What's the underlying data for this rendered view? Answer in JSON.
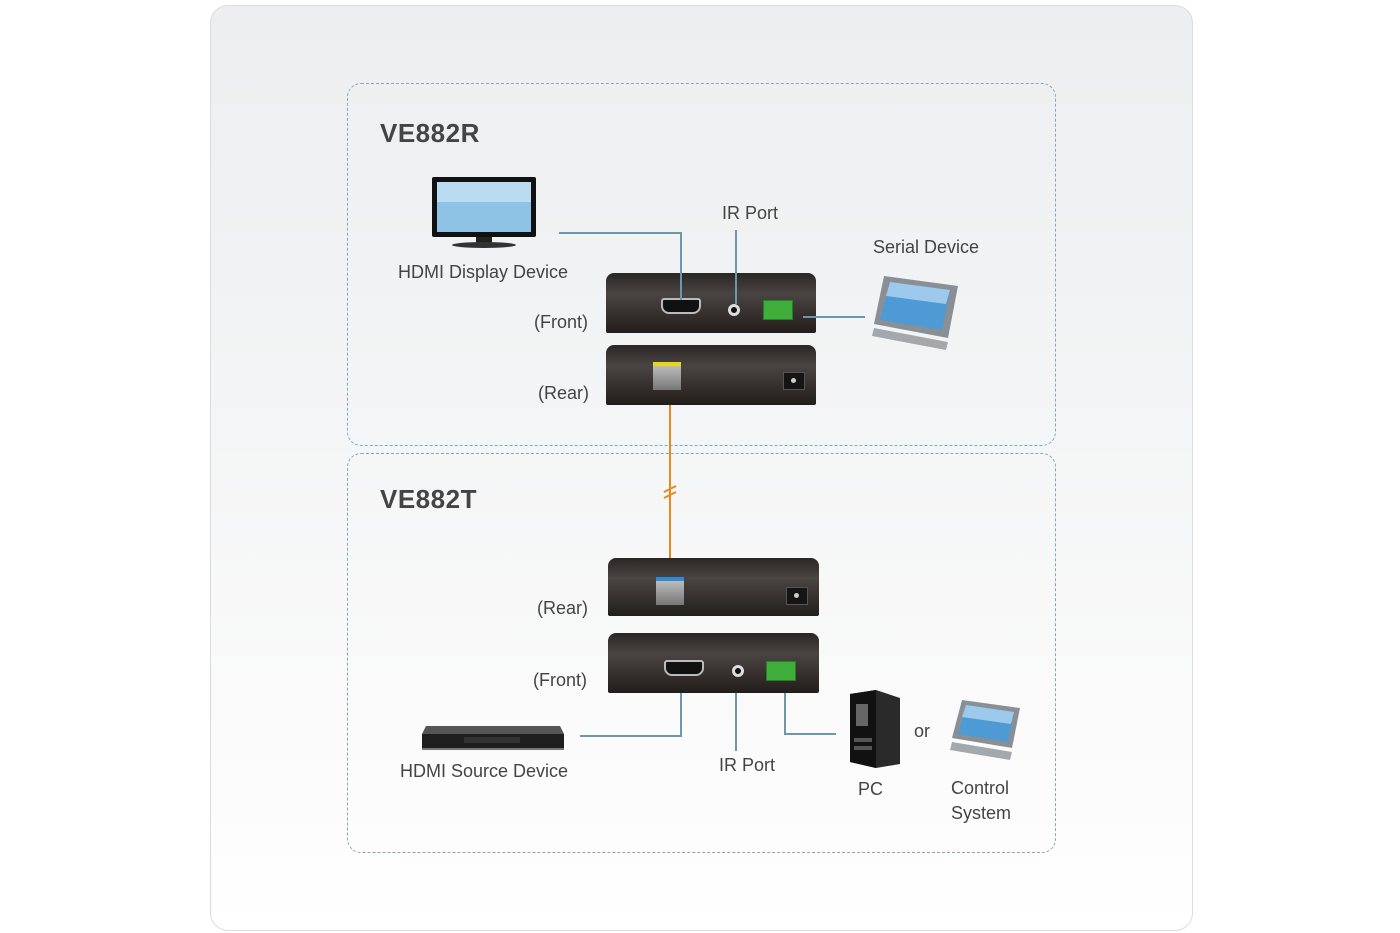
{
  "diagram": {
    "receiver": {
      "title": "VE882R",
      "front_label": "(Front)",
      "rear_label": "(Rear)",
      "ir_port_label": "IR Port",
      "display_label": "HDMI Display Device",
      "serial_label": "Serial Device"
    },
    "transmitter": {
      "title": "VE882T",
      "front_label": "(Front)",
      "rear_label": "(Rear)",
      "ir_port_label": "IR Port",
      "source_label": "HDMI Source Device",
      "pc_label": "PC",
      "or_label": "or",
      "control_label_line1": "Control",
      "control_label_line2": "System"
    },
    "colors": {
      "dashed_border": "#7fa9c2",
      "connector_line": "#6e97ab",
      "fiber_cable": "#e58a1d",
      "terminal_block": "#3fae3b"
    }
  }
}
